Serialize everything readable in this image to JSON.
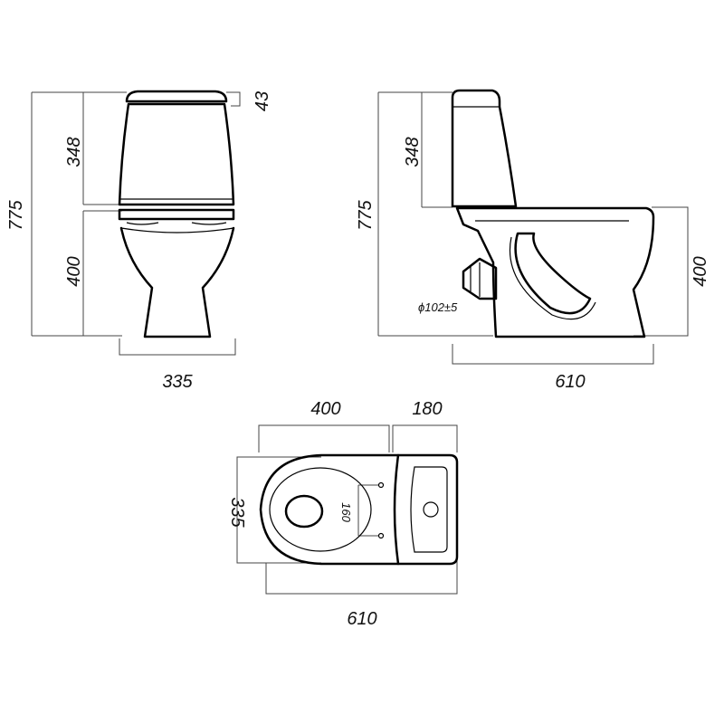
{
  "front_view": {
    "dim_total_height": "775",
    "dim_tank_height": "348",
    "dim_lid": "43",
    "dim_bowl_height": "400",
    "dim_width": "335"
  },
  "side_view": {
    "dim_total_height": "775",
    "dim_tank_height": "348",
    "dim_bowl_height": "400",
    "dim_outlet": "ϕ102±5",
    "dim_length": "610"
  },
  "top_view": {
    "dim_bowl_length": "400",
    "dim_tank_depth": "180",
    "dim_width": "335",
    "dim_bolt_spacing": "160",
    "dim_length": "610"
  }
}
